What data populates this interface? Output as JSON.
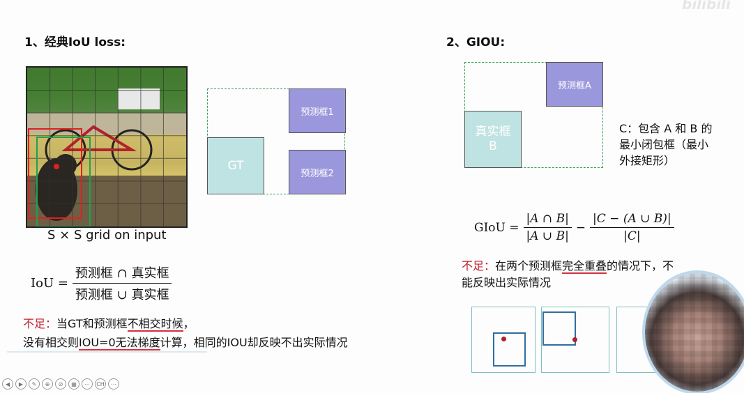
{
  "watermark": "bilibili",
  "left": {
    "heading": "1、经典IoU loss:",
    "photo_caption": "S × S grid on input",
    "diagram": {
      "pred1": "预测框1",
      "pred2": "预测框2",
      "gt": "GT"
    },
    "formula": {
      "lhs": "IoU =",
      "numerator": "预测框 ∩ 真实框",
      "denominator": "预测框 ∪ 真实框"
    },
    "note_label": "不足：",
    "note_line1_a": "当GT和预测框",
    "note_line1_b": "不相交时候",
    "note_line1_c": "，",
    "note_line2_a": "没有相交则",
    "note_line2_b": "IOU=0",
    "note_line2_c": "无法梯度",
    "note_line2_d": "计算，相同的IOU却反映不出实际情况"
  },
  "right": {
    "heading": "2、GIOU:",
    "diagram": {
      "boxA": "预测框A",
      "boxB_line1": "真实框",
      "boxB_line2": "B"
    },
    "c_note": [
      "C：包含 A 和 B 的",
      "最小闭包框（最小",
      "外接矩形）"
    ],
    "formula": {
      "lhs": "GIoU =",
      "frac1_num": "|A ∩ B|",
      "frac1_den": "|A ∪ B|",
      "minus": "−",
      "frac2_num": "|C − (A ∪ B)|",
      "frac2_den": "|C|"
    },
    "note_label": "不足：",
    "note_line1_a": "在两个预测框",
    "note_line1_b": "完全重叠",
    "note_line1_c": "的情况下，不",
    "note_line2": "能反映出实际情况"
  },
  "toolbar": [
    "◀",
    "▶",
    "✎",
    "⊕",
    "⊘",
    "▦",
    "⋯",
    "CH",
    "⋯"
  ],
  "colors": {
    "purple": "#9b97dc",
    "teal": "#bfe3e2",
    "dashed": "#3aa15a",
    "red": "#c0202a"
  }
}
